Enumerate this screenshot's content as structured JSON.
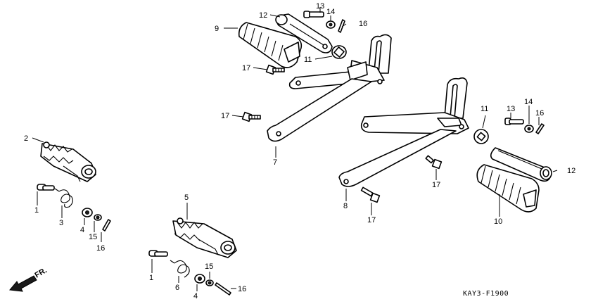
{
  "diagram": {
    "code": "KAY3-F1900",
    "front_arrow_label": "FR.",
    "labels": {
      "l1a": "1",
      "l1b": "1",
      "l2": "2",
      "l3": "3",
      "l4a": "4",
      "l4b": "4",
      "l5": "5",
      "l6": "6",
      "l7": "7",
      "l8": "8",
      "l9": "9",
      "l10": "10",
      "l11a": "11",
      "l11b": "11",
      "l12a": "12",
      "l12b": "12",
      "l13a": "13",
      "l13b": "13",
      "l14a": "14",
      "l14b": "14",
      "l15a": "15",
      "l15b": "15",
      "l16a": "16",
      "l16b": "16",
      "l16c": "16",
      "l17a": "17",
      "l17b": "17",
      "l17c": "17",
      "l17d": "17"
    }
  }
}
